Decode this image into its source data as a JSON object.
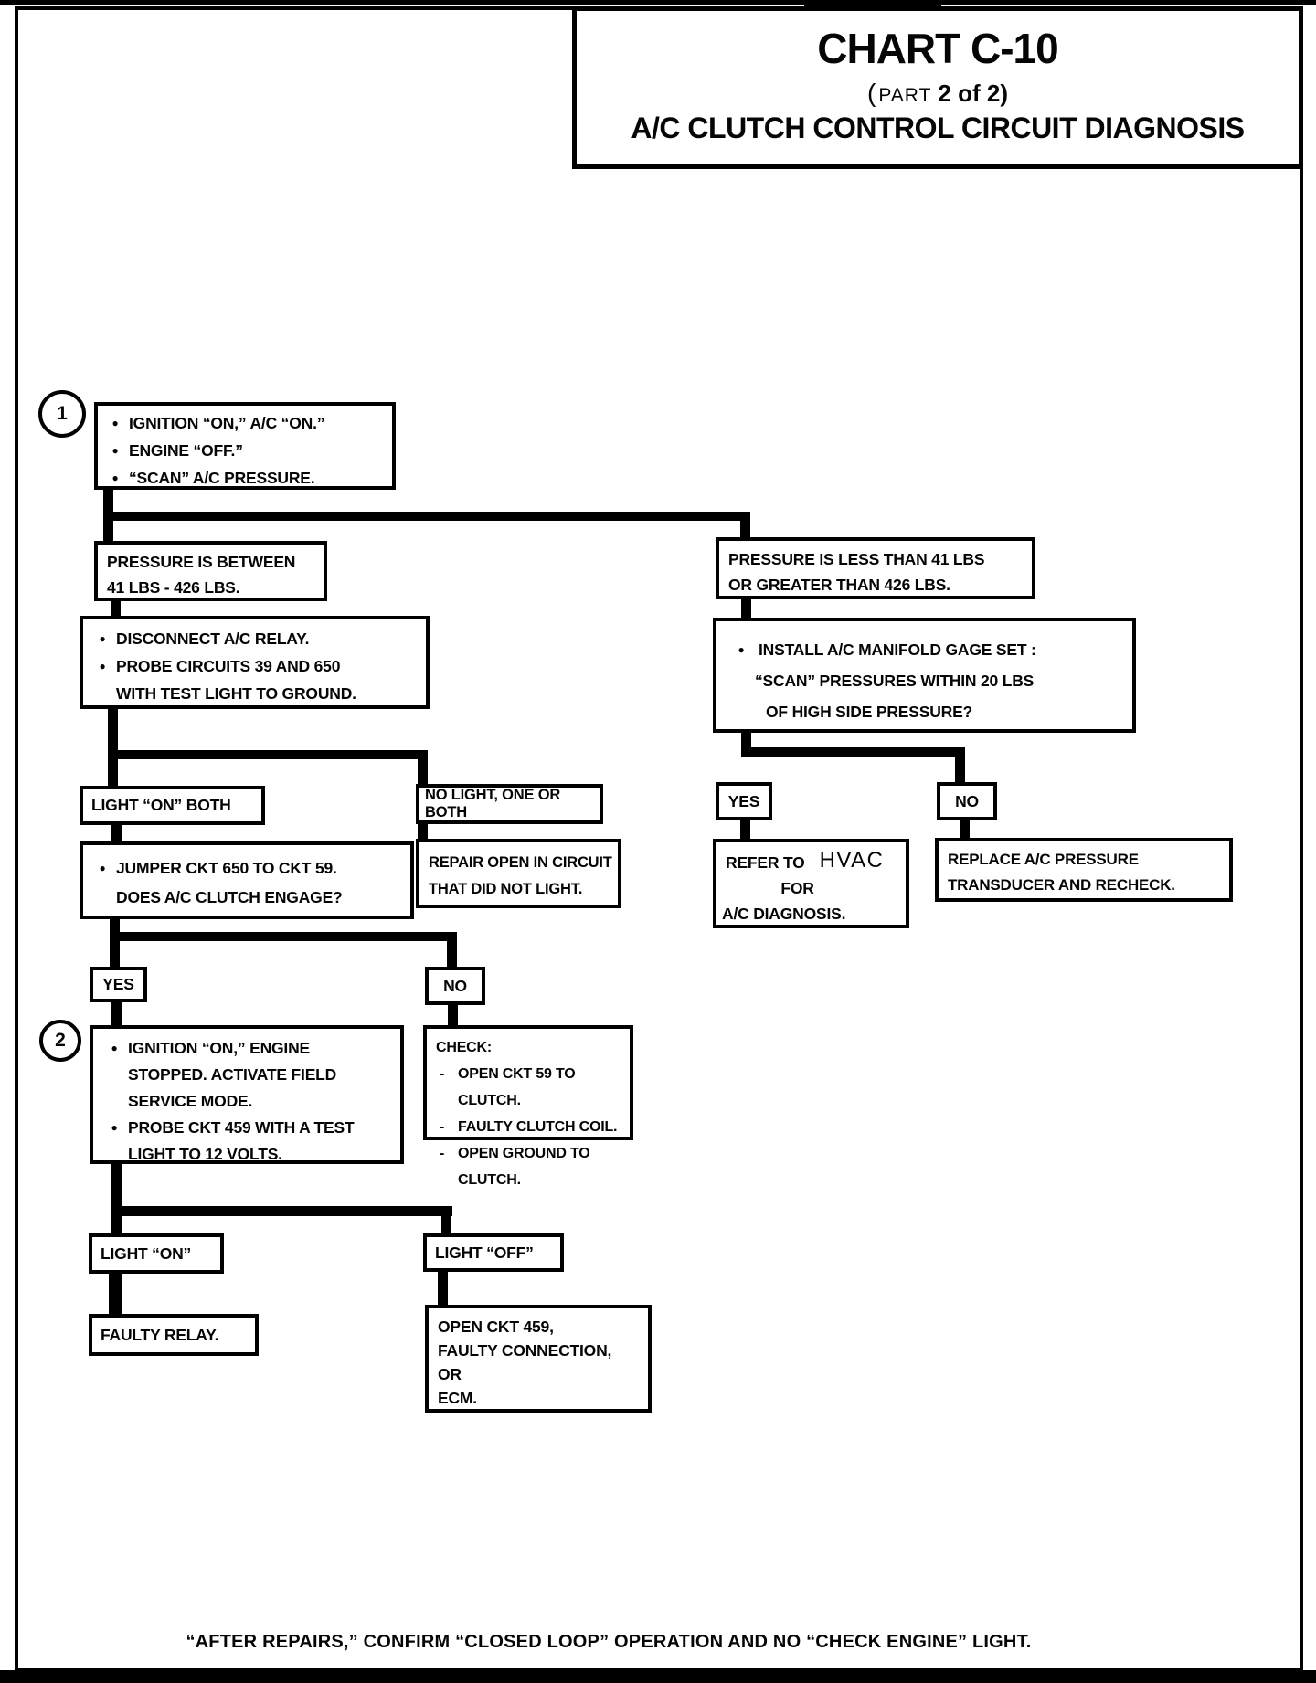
{
  "glyphs": {
    "bullet": "●",
    "dash": "-"
  },
  "title": {
    "line1": "CHART C-10",
    "line2_open": "(",
    "line2_part": "PART",
    "line2_rest": "2 of 2)",
    "line3": "A/C CLUTCH CONTROL CIRCUIT DIAGNOSIS"
  },
  "badges": {
    "step1": "1",
    "step2": "2"
  },
  "footer": {
    "text": "“AFTER REPAIRS,” CONFIRM “CLOSED LOOP” OPERATION AND NO “CHECK ENGINE” LIGHT."
  },
  "nodes": {
    "start": {
      "bullets": [
        "IGNITION “ON,” A/C “ON.”",
        "ENGINE “OFF.”",
        "“SCAN” A/C PRESSURE."
      ]
    },
    "pressure_in_range": {
      "lines": [
        "PRESSURE IS BETWEEN",
        "41 LBS - 426 LBS."
      ]
    },
    "pressure_out_of_range": {
      "lines": [
        "PRESSURE IS LESS THAN 41 LBS",
        "OR GREATER THAN 426 LBS."
      ]
    },
    "disconnect_relay": {
      "bullet1": "DISCONNECT A/C RELAY.",
      "bullet2": "PROBE CIRCUITS 39 AND 650",
      "cont2": "WITH TEST LIGHT TO GROUND."
    },
    "install_gage": {
      "bullet1": "INSTALL A/C MANIFOLD GAGE SET :",
      "cont1": "“SCAN” PRESSURES WITHIN 20 LBS",
      "cont2": "OF HIGH SIDE PRESSURE?"
    },
    "light_on_both": {
      "label": "LIGHT “ON” BOTH"
    },
    "no_light_one_or_both": {
      "label": "NO LIGHT, ONE OR BOTH"
    },
    "jumper_test": {
      "bullet1": "JUMPER CKT 650 TO CKT 59.",
      "cont1": "DOES A/C CLUTCH ENGAGE?"
    },
    "repair_open": {
      "lines": [
        "REPAIR OPEN IN CIRCUIT",
        "THAT DID NOT LIGHT."
      ]
    },
    "yes_gage": {
      "label": "YES"
    },
    "no_gage": {
      "label": "NO"
    },
    "refer_hvac": {
      "refer": "REFER TO",
      "hvac": "HVAC",
      "for": "FOR",
      "diagnosis": "A/C DIAGNOSIS."
    },
    "replace_transducer": {
      "lines": [
        "REPLACE A/C PRESSURE",
        "TRANSDUCER AND RECHECK."
      ]
    },
    "yes_clutch": {
      "label": "YES"
    },
    "no_clutch": {
      "label": "NO"
    },
    "field_service": {
      "bullet1": "IGNITION “ON,” ENGINE",
      "cont1": "STOPPED.  ACTIVATE FIELD",
      "cont2": "SERVICE MODE.",
      "bullet2": "PROBE CKT 459 WITH A TEST",
      "cont3": "LIGHT TO 12 VOLTS."
    },
    "check_list": {
      "heading": "CHECK:",
      "items": [
        "OPEN CKT 59 TO CLUTCH.",
        "FAULTY CLUTCH COIL.",
        "OPEN GROUND TO CLUTCH."
      ]
    },
    "light_on": {
      "label": "LIGHT “ON”"
    },
    "light_off": {
      "label": "LIGHT “OFF”"
    },
    "faulty_relay": {
      "label": "FAULTY RELAY."
    },
    "open_ckt_459": {
      "lines": [
        "OPEN CKT 459,",
        "FAULTY CONNECTION,",
        "OR",
        "ECM."
      ]
    }
  }
}
